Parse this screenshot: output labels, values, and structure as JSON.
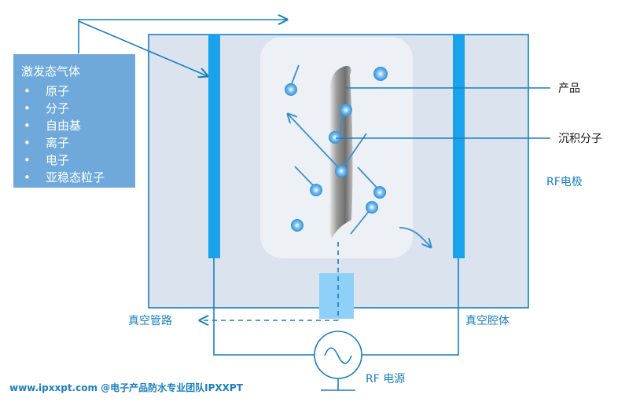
{
  "panel": {
    "title": "激发态气体",
    "items": [
      "原子",
      "分子",
      "自由基",
      "离子",
      "电子",
      "亚稳态粒子"
    ]
  },
  "labels": {
    "product": "产品",
    "deposition": "沉积分子",
    "rf_electrode": "RF电极",
    "vacuum_pipe": "真空管路",
    "vacuum_chamber": "真空腔体",
    "rf_source": "RF 电源"
  },
  "footer": "www.ipxxpt.com @电子产品防水专业团队IPXXPT",
  "colors": {
    "chamber_fill": "#dbe3ef",
    "electrode": "#1aa3ec",
    "panel": "#6fa9dc",
    "accent": "#1a7fc1"
  }
}
